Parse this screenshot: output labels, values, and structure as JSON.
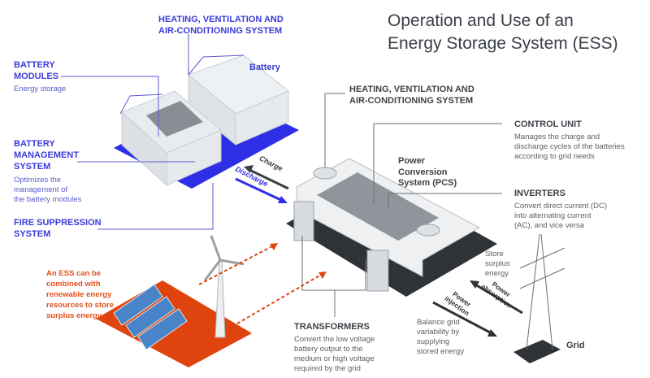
{
  "title": {
    "line1": "Operation and Use of an",
    "line2": "Energy Storage System (ESS)"
  },
  "battery_area": {
    "hvac": {
      "line1": "HEATING, VENTILATION AND",
      "line2": "AIR-CONDITIONING SYSTEM"
    },
    "battery_label": "Battery",
    "battery_modules": {
      "line1": "BATTERY",
      "line2": "MODULES",
      "desc": "Energy storage"
    },
    "bms": {
      "line1": "BATTERY",
      "line2": "MANAGEMENT",
      "line3": "SYSTEM",
      "desc1": "Optimizes the",
      "desc2": "management of",
      "desc3": "the battery modules"
    },
    "fire": {
      "line1": "FIRE SUPPRESSION",
      "line2": "SYSTEM"
    },
    "charge": "Charge",
    "discharge": "Discharge"
  },
  "pcs_area": {
    "hvac": {
      "line1": "HEATING, VENTILATION AND",
      "line2": "AIR-CONDITIONING SYSTEM"
    },
    "control": {
      "title": "CONTROL UNIT",
      "desc1": "Manages the charge and",
      "desc2": "discharge cycles of the batteries",
      "desc3": "according to grid needs"
    },
    "pcs": {
      "line1": "Power",
      "line2": "Conversion",
      "line3": "System (PCS)"
    },
    "inverters": {
      "title": "INVERTERS",
      "desc1": "Convert direct current (DC)",
      "desc2": "into alternating current",
      "desc3": "(AC), and vice versa"
    },
    "transformers": {
      "title": "TRANSFORMERS",
      "desc1": "Convert the low voltage",
      "desc2": "battery output to the",
      "desc3": "medium or high voltage",
      "desc4": "required by the grid"
    }
  },
  "grid_area": {
    "store": {
      "line1": "Store",
      "line2": "surplus",
      "line3": "energy"
    },
    "absorption": {
      "line1": "Power",
      "line2": "absorption"
    },
    "injection": {
      "line1": "Power",
      "line2": "injection"
    },
    "balance": {
      "line1": "Balance grid",
      "line2": "variability by",
      "line3": "supplying",
      "line4": "stored energy"
    },
    "grid_label": "Grid"
  },
  "renewables": {
    "line1": "An ESS can be",
    "line2": "combined with",
    "line3": "renewable energy",
    "line4": "resources to store",
    "line5": "surplus energy"
  },
  "colors": {
    "blue": "#3b3bd9",
    "platform_blue": "#2e2ee6",
    "red": "#e2501c",
    "dark": "#3a3f47"
  }
}
